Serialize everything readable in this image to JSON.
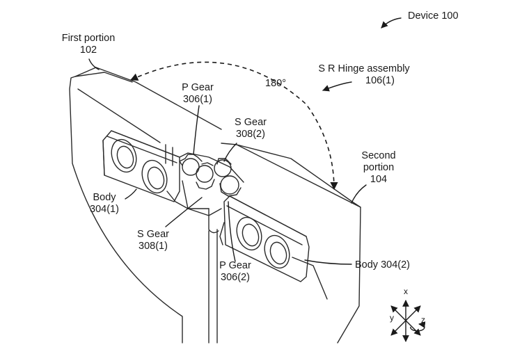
{
  "labels": {
    "device": "Device 100",
    "first_portion": {
      "line1": "First portion",
      "line2": "102"
    },
    "hinge": {
      "line1": "S R Hinge assembly",
      "line2": "106(1)"
    },
    "angle": "180°",
    "p_gear_top": {
      "line1": "P Gear",
      "line2": "306(1)"
    },
    "s_gear_top": {
      "line1": "S Gear",
      "line2": "308(2)"
    },
    "second_portion": {
      "line1": "Second",
      "line2": "portion",
      "line3": "104"
    },
    "body_left": {
      "line1": "Body",
      "line2": "304(1)"
    },
    "s_gear_bottom": {
      "line1": "S Gear",
      "line2": "308(1)"
    },
    "p_gear_bottom": {
      "line1": "P Gear",
      "line2": "306(2)"
    },
    "body_right": "Body 304(2)"
  },
  "axes": {
    "x": "x",
    "y": "y",
    "z": "z"
  }
}
